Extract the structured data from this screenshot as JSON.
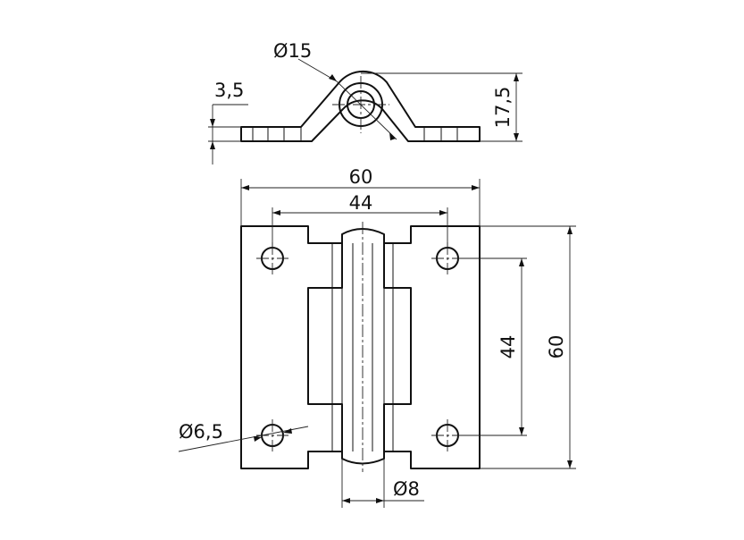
{
  "dimensions": {
    "top_pin_diameter": "Ø15",
    "top_thickness": "3,5",
    "top_height": "17,5",
    "overall_width": "60",
    "hole_spacing_horizontal": "44",
    "hole_spacing_vertical": "44",
    "overall_height": "60",
    "hole_diameter": "Ø6,5",
    "pin_diameter": "Ø8"
  }
}
